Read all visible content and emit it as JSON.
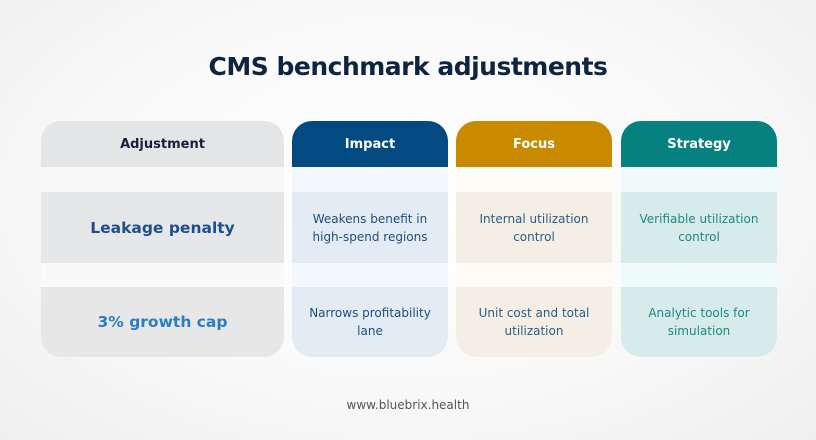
{
  "title": "CMS benchmark adjustments",
  "footer": "www.bluebrix.health",
  "colors": {
    "title": "#0f2440",
    "adjustment_header_bg": "#e4e5e7",
    "impact_header_bg": "#044a82",
    "focus_header_bg": "#c98a00",
    "strategy_header_bg": "#078180",
    "adjustment_text": "#1d4f8f",
    "growth_text": "#2a7dc4",
    "impact_text": "#1d4f7e",
    "focus_text": "#2a5f88",
    "strategy_text": "#1b8a84"
  },
  "columns": [
    {
      "header": "Adjustment"
    },
    {
      "header": "Impact"
    },
    {
      "header": "Focus"
    },
    {
      "header": "Strategy"
    }
  ],
  "rows": [
    {
      "adjustment": "Leakage penalty",
      "impact": "Weakens benefit in high-spend regions",
      "focus": "Internal utilization control",
      "strategy": "Verifiable utilization control"
    },
    {
      "adjustment": "3% growth cap",
      "impact": "Narrows profitability lane",
      "focus": "Unit cost and total utilization",
      "strategy": "Analytic tools for simulation"
    }
  ]
}
